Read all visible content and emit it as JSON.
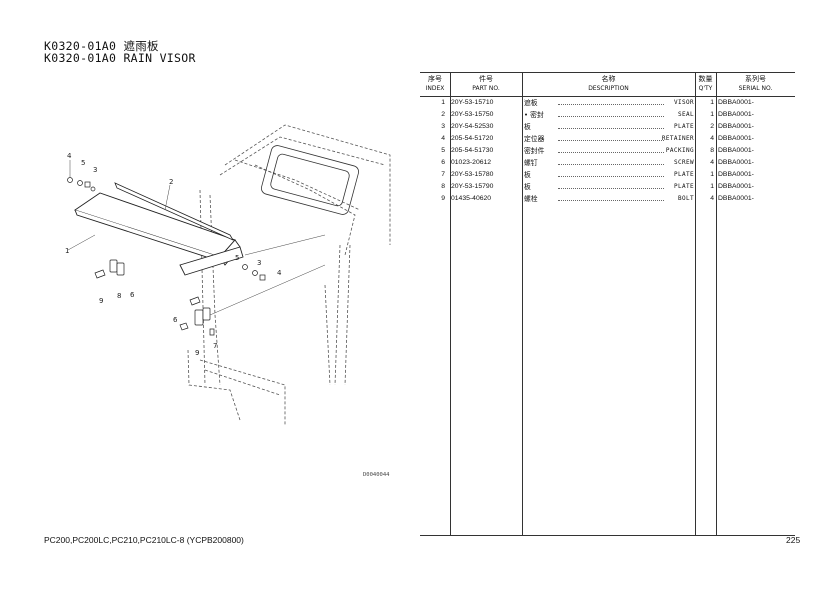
{
  "page": {
    "title_cn": "K0320-01A0 遮雨板",
    "title_en": "K0320-01A0 RAIN VISOR",
    "image_code": "D0040044",
    "footer_models": "PC200,PC200LC,PC210,PC210LC-8 (YCPB200800)",
    "page_number": "225"
  },
  "table": {
    "headers": {
      "index_cn": "序号",
      "index_en": "INDEX",
      "part_cn": "件号",
      "part_en": "PART NO.",
      "desc_cn": "名称",
      "desc_en": "DESCRIPTION",
      "qty_cn": "数量",
      "qty_en": "Q'TY",
      "serial_cn": "系列号",
      "serial_en": "SERIAL NO."
    },
    "rows": [
      {
        "index": "1",
        "part": "20Y-53-15710",
        "desc_cn": "遮板",
        "desc_en": "VISOR",
        "qty": "1",
        "serial": "DBBA0001-"
      },
      {
        "index": "2",
        "part": "20Y-53-15750",
        "desc_cn": "• 密封",
        "desc_en": "SEAL",
        "qty": "1",
        "serial": "DBBA0001-"
      },
      {
        "index": "3",
        "part": "20Y-54-52530",
        "desc_cn": "板",
        "desc_en": "PLATE",
        "qty": "2",
        "serial": "DBBA0001-"
      },
      {
        "index": "4",
        "part": "205-54-51720",
        "desc_cn": "定位器",
        "desc_en": "RETAINER",
        "qty": "4",
        "serial": "DBBA0001-"
      },
      {
        "index": "5",
        "part": "205-54-51730",
        "desc_cn": "密封件",
        "desc_en": "PACKING",
        "qty": "8",
        "serial": "DBBA0001-"
      },
      {
        "index": "6",
        "part": "01023-20612",
        "desc_cn": "螺钉",
        "desc_en": "SCREW",
        "qty": "4",
        "serial": "DBBA0001-"
      },
      {
        "index": "7",
        "part": "20Y-53-15780",
        "desc_cn": "板",
        "desc_en": "PLATE",
        "qty": "1",
        "serial": "DBBA0001-"
      },
      {
        "index": "8",
        "part": "20Y-53-15790",
        "desc_cn": "板",
        "desc_en": "PLATE",
        "qty": "1",
        "serial": "DBBA0001-"
      },
      {
        "index": "9",
        "part": "01435-40620",
        "desc_cn": "螺栓",
        "desc_en": "BOLT",
        "qty": "4",
        "serial": "DBBA0001-"
      }
    ]
  },
  "diagram": {
    "callouts": [
      "1",
      "2",
      "3",
      "4",
      "5",
      "6",
      "7",
      "8",
      "9"
    ]
  }
}
